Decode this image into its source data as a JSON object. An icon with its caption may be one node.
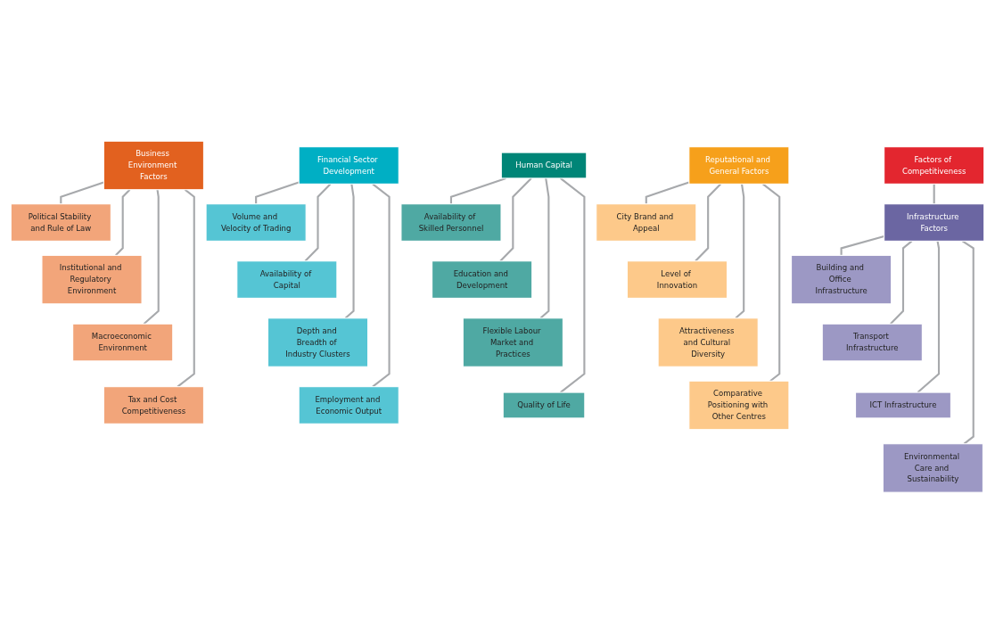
{
  "diagram": {
    "nodes": [
      {
        "text": [
          "Factors of Competitiveness"
        ]
      },
      {
        "text": [
          "Business Environment Factors"
        ]
      },
      {
        "text": [
          "Financial Sector Development"
        ]
      },
      {
        "text": [
          "Infrastructure Factors"
        ]
      },
      {
        "text": [
          "Human Capital"
        ]
      },
      {
        "text": [
          "Reputational and General Factors"
        ]
      },
      {
        "text": [
          "Political Stability and Rule of Law"
        ]
      },
      {
        "text": [
          "Institutional and Regulatory Environment"
        ]
      },
      {
        "text": [
          "Macroeconomic Environment"
        ]
      },
      {
        "text": [
          "Tax and Cost Competitiveness"
        ]
      },
      {
        "text": [
          "Volume and Velocity of Trading"
        ]
      },
      {
        "text": [
          "Availability of Capital"
        ]
      },
      {
        "text": [
          "Depth and Breadth of Industry Clusters"
        ]
      },
      {
        "text": [
          "Employment and Economic Output"
        ]
      },
      {
        "text": [
          "Building and Office Infrastructure"
        ]
      },
      {
        "text": [
          "Transport Infrastructure"
        ]
      },
      {
        "text": [
          "ICT Infrastructure"
        ]
      },
      {
        "text": [
          "Environmental Care and Sustainability"
        ]
      },
      {
        "text": [
          "Availability of Skilled Personnel"
        ]
      },
      {
        "text": [
          "Education and Development"
        ]
      },
      {
        "text": [
          "Flexible Labour Market and Practices"
        ]
      },
      {
        "text": [
          "Quality of Life"
        ]
      },
      {
        "text": [
          "City Brand and Appeal"
        ]
      },
      {
        "text": [
          "Level of Innovation"
        ]
      },
      {
        "text": [
          "Attractiveness and Cultural Diversity"
        ]
      },
      {
        "text": [
          "Comparative Positioning with Other Centres"
        ]
      }
    ],
    "edges": [
      {
        "from": 0,
        "to": 3,
        "arrow": "none"
      },
      {
        "from": 1,
        "to": 6,
        "arrow": "none"
      },
      {
        "from": 1,
        "to": 7,
        "arrow": "none"
      },
      {
        "from": 1,
        "to": 8,
        "arrow": "none"
      },
      {
        "from": 1,
        "to": 9,
        "arrow": "none"
      },
      {
        "from": 2,
        "to": 10,
        "arrow": "none"
      },
      {
        "from": 2,
        "to": 11,
        "arrow": "none"
      },
      {
        "from": 2,
        "to": 12,
        "arrow": "none"
      },
      {
        "from": 2,
        "to": 13,
        "arrow": "none"
      },
      {
        "from": 3,
        "to": 14,
        "arrow": "none"
      },
      {
        "from": 3,
        "to": 15,
        "arrow": "none"
      },
      {
        "from": 3,
        "to": 16,
        "arrow": "none"
      },
      {
        "from": 3,
        "to": 17,
        "arrow": "none"
      },
      {
        "from": 4,
        "to": 18,
        "arrow": "none"
      },
      {
        "from": 4,
        "to": 19,
        "arrow": "none"
      },
      {
        "from": 4,
        "to": 20,
        "arrow": "none"
      },
      {
        "from": 4,
        "to": 21,
        "arrow": "none"
      },
      {
        "from": 5,
        "to": 22,
        "arrow": "none"
      },
      {
        "from": 5,
        "to": 23,
        "arrow": "none"
      },
      {
        "from": 5,
        "to": 24,
        "arrow": "none"
      },
      {
        "from": 5,
        "to": 25,
        "arrow": "none"
      }
    ]
  }
}
